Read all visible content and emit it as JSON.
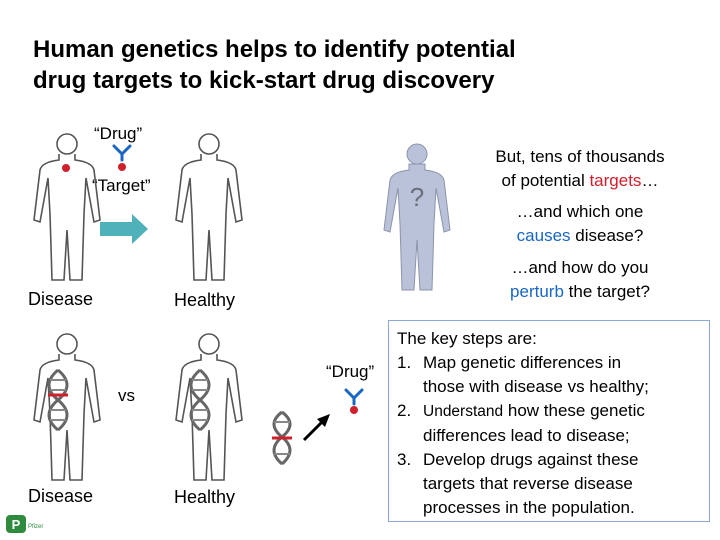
{
  "title": {
    "line1": "Human genetics helps to identify potential",
    "line2": "drug targets to kick-start drug discovery"
  },
  "labels": {
    "drug_top": "“Drug”",
    "target": "“Target”",
    "disease_top": "Disease",
    "healthy_top": "Healthy",
    "vs": "vs",
    "disease_bottom": "Disease",
    "healthy_bottom": "Healthy",
    "drug_bottom": "“Drug”",
    "question_mark": "?"
  },
  "right_text": {
    "but_line1": "But, tens of thousands",
    "but_line2_prefix": "of potential ",
    "but_line2_highlight": "targets",
    "but_line2_suffix": "…",
    "which_line1": "…and which one",
    "which_line2_highlight": "causes",
    "which_line2_suffix": " disease?",
    "how_line1": "…and how do you",
    "how_line2_highlight": "perturb",
    "how_line2_suffix": " the target?"
  },
  "key_steps": {
    "heading": "The key steps are:",
    "steps": [
      {
        "num": "1.",
        "line1": "Map genetic differences in",
        "line2": "those with disease vs healthy;"
      },
      {
        "num": "2.",
        "line1_small": "Understand",
        "line1_rest": " how these genetic",
        "line2": "differences lead to disease;"
      },
      {
        "num": "3.",
        "line1": "Develop drugs against these",
        "line2": "targets that reverse disease",
        "line3": "processes in the population."
      }
    ]
  },
  "logo": {
    "letter": "P",
    "caption": "Pfizer"
  },
  "colors": {
    "drug_blue": "#1a66c5",
    "target_red": "#d0202c",
    "arrow_teal": "#4fb1b9",
    "figure_gray": "#555555",
    "logo_green": "#2e8b3e"
  }
}
